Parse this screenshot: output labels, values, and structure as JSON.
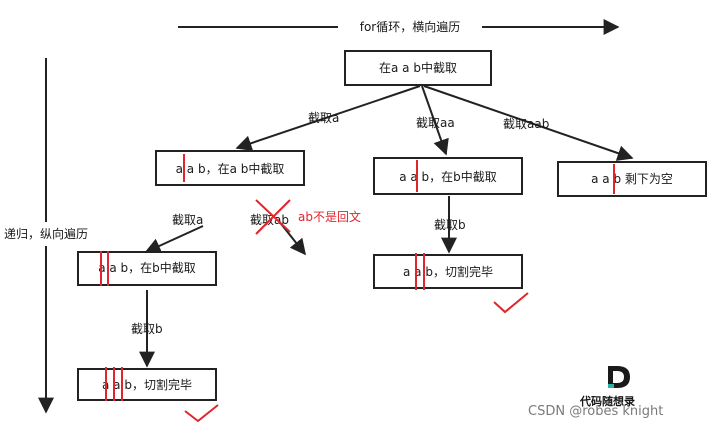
{
  "top_axis_label": "for循环，横向遍历",
  "left_axis_label": "递归，纵向遍历",
  "root": "在a a b中截取",
  "edges": {
    "root_a": "截取a",
    "root_aa": "截取aa",
    "root_aab": "截取aab",
    "left_a": "截取a",
    "left_ab": "截取ab",
    "ll_b": "截取b",
    "mid_b": "截取b"
  },
  "nodes": {
    "left": "a a b，在a b中截取",
    "mid": "a a b，在b中截取",
    "right": "a a b    剩下为空",
    "left_left": "a a b，在b中截取",
    "mid_bottom": "a a b，切割完毕",
    "left_left_bottom": "a a b，切割完毕"
  },
  "note_not_palindrome": "ab不是回文",
  "logo_text": "代码随想录",
  "watermark": "CSDN @robes knight",
  "colors": {
    "accent": "#e0262b",
    "line": "#222222",
    "logo": "#1a1a1a",
    "logo_accent": "#2bb3a8"
  }
}
